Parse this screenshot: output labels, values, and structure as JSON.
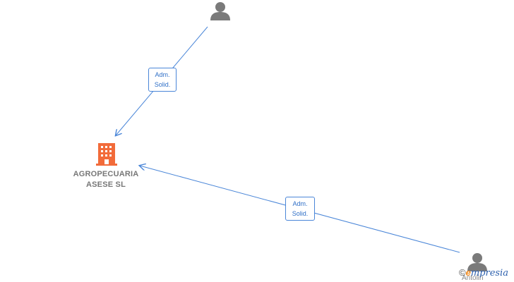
{
  "company": {
    "name_line1": "AGROPECUARIA",
    "name_line2": "ASESE  SL",
    "icon": "building-icon",
    "color": "#f26b3a"
  },
  "people": [
    {
      "icon": "person-icon",
      "name": ""
    },
    {
      "icon": "person-icon",
      "name": "Antolin"
    }
  ],
  "edges": [
    {
      "label_line1": "Adm.",
      "label_line2": "Solid."
    },
    {
      "label_line1": "Adm.",
      "label_line2": "Solid."
    }
  ],
  "edge_color": "#4a86d8",
  "person_color": "#7a7a7a",
  "watermark": {
    "copyright": "©",
    "brand_first": "e",
    "brand_rest": "mpresia"
  }
}
